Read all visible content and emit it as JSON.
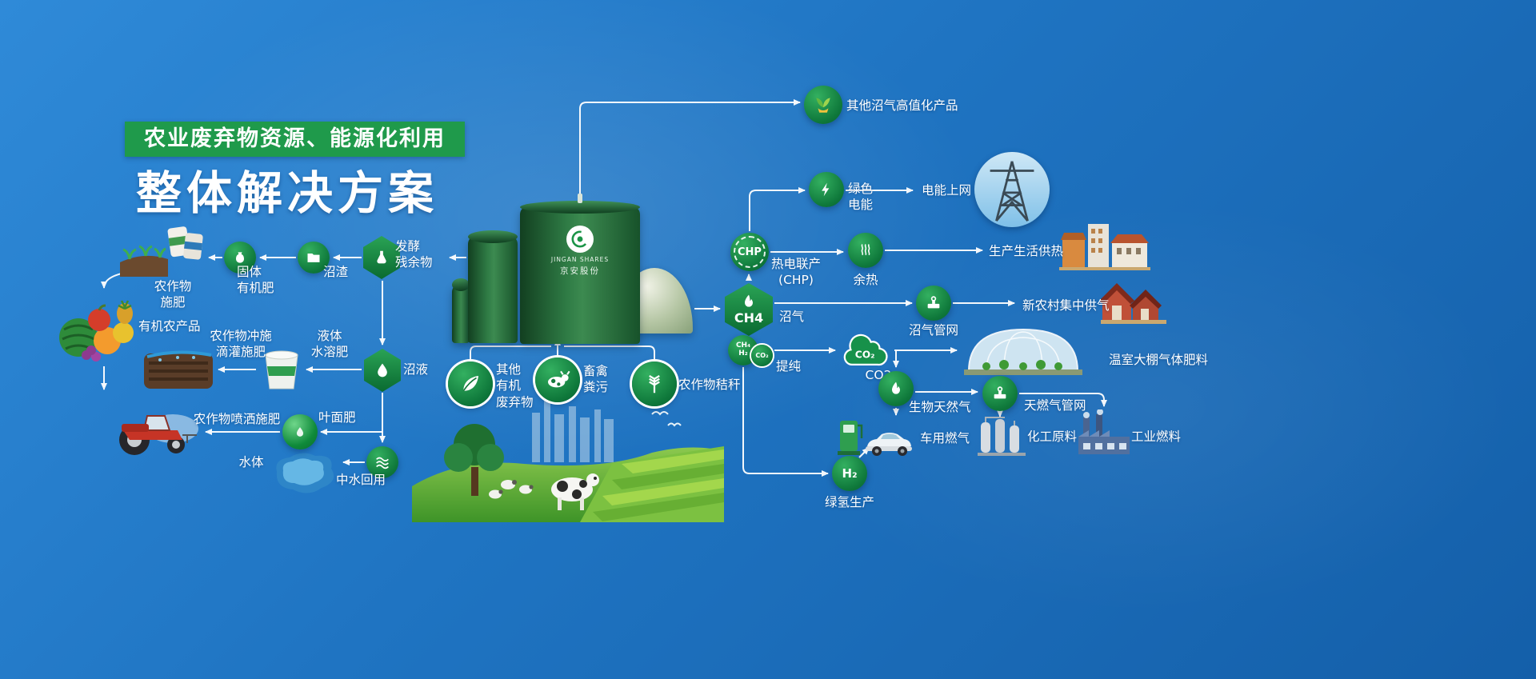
{
  "title": {
    "banner": "农业废弃物资源、能源化利用",
    "main": "整体解决方案"
  },
  "plant": {
    "logo_en": "JINGAN SHARES",
    "logo_cn": "京安股份"
  },
  "inputs": {
    "other_waste": "其他\n有机\n废弃物",
    "manure": "畜禽\n粪污",
    "straw": "农作物秸秆"
  },
  "left": {
    "ferment_residue": "发酵\n残余物",
    "residue": "沼渣",
    "solid_fertilizer": "固体\n有机肥",
    "crop_fertilize": "农作物\n施肥",
    "organic_produce": "有机农产品",
    "slurry": "沼液",
    "liquid_fertilizer": "液体\n水溶肥",
    "drip_fertilize": "农作物冲施\n滴灌施肥",
    "foliar_fertilizer": "叶面肥",
    "spray_fertilize": "农作物喷洒施肥",
    "reclaimed_water": "中水回用",
    "water_body": "水体"
  },
  "right": {
    "high_value": "其他沼气高值化产品",
    "green_power": "绿色\n电能",
    "power_grid": "电能上网",
    "chp_icon": "CHP",
    "chp": "热电联产\n(CHP)",
    "waste_heat": "余热",
    "heat_supply": "生产生活供热",
    "ch4": "CH4",
    "biogas": "沼气",
    "biogas_pipeline": "沼气管网",
    "rural_gas": "新农村集中供气",
    "purify_main": "CH₄\nH₂",
    "purify_sub": "CO₂",
    "purify": "提纯",
    "co2_icon": "CO₂",
    "co2_label": "CO2",
    "greenhouse": "温室大棚气体肥料",
    "bio_gas": "生物天然气",
    "vehicle_gas": "车用燃气",
    "gas_pipeline": "天燃气管网",
    "chemical": "化工原料",
    "industrial": "工业燃料",
    "h2_icon": "H₂",
    "green_h2": "绿氢生产"
  },
  "colors": {
    "background": "#1e78c8",
    "green": "#1b9447",
    "white": "#ffffff"
  }
}
